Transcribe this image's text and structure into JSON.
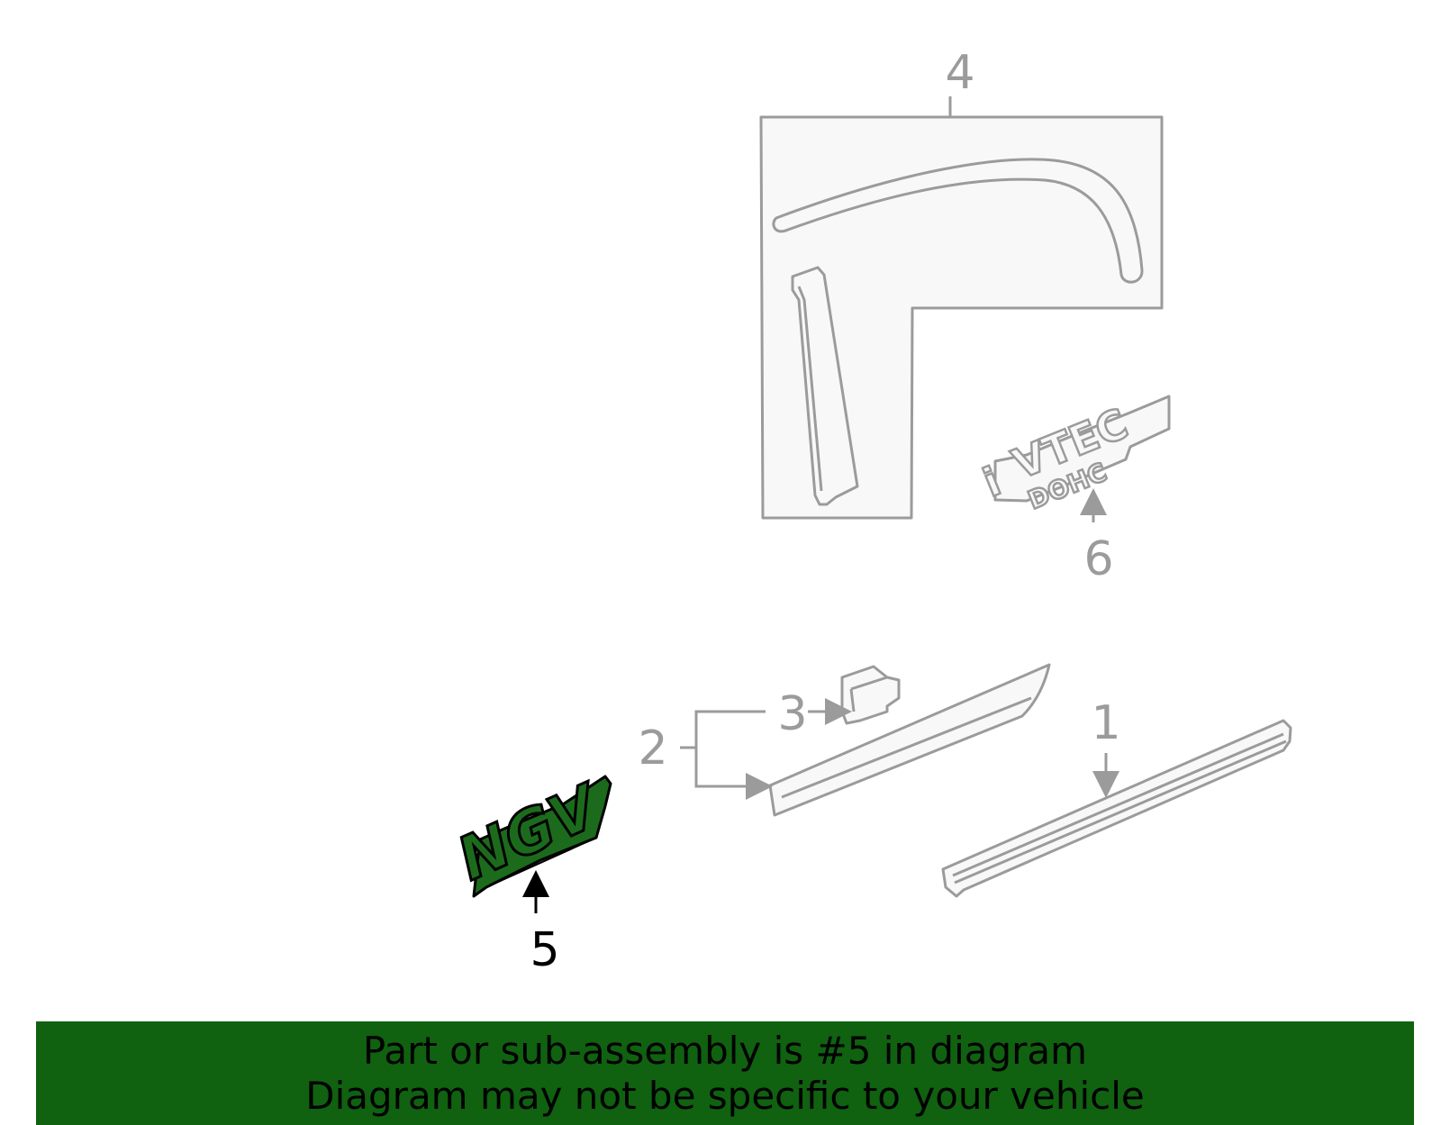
{
  "diagram": {
    "callouts": [
      {
        "id": "1",
        "label": "1",
        "highlighted": false
      },
      {
        "id": "2",
        "label": "2",
        "highlighted": false
      },
      {
        "id": "3",
        "label": "3",
        "highlighted": false
      },
      {
        "id": "4",
        "label": "4",
        "highlighted": false
      },
      {
        "id": "5",
        "label": "5",
        "highlighted": true
      },
      {
        "id": "6",
        "label": "6",
        "highlighted": false
      }
    ],
    "emblems": {
      "ngv": "NGV",
      "ivtec_i": "i",
      "ivtec_vtec": "VTEC",
      "ivtec_dohc": "DOHC"
    },
    "colors": {
      "highlight_fill": "#1c6b1c",
      "inactive_stroke": "#9b9b9b",
      "banner_bg": "#106110"
    }
  },
  "banner": {
    "line1": "Part or sub-assembly is #5 in diagram",
    "line2": "Diagram may not be specific to your vehicle"
  }
}
